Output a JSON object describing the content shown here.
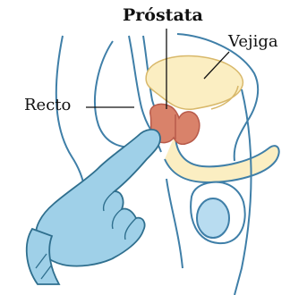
{
  "labels": {
    "title": "Próstata",
    "bladder": "Vejiga",
    "rectum": "Recto"
  },
  "colors": {
    "outline": "#3f7fa8",
    "prostate": "#d9826a",
    "prostate_dark": "#b75a4a",
    "bladder": "#fbeec2",
    "glove": "#9fd0e8",
    "glove_outline": "#2f6f8e",
    "testis": "#b8dcf0"
  }
}
